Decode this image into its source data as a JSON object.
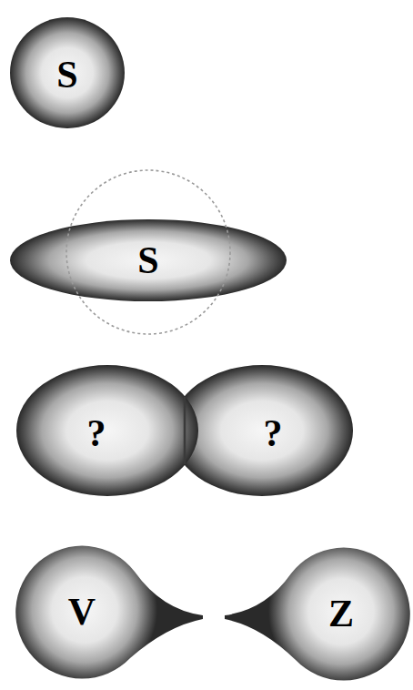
{
  "diagram": {
    "nodes": [
      {
        "text": [
          "S"
        ]
      },
      {
        "text": [
          "S"
        ]
      },
      {
        "text": [
          "?",
          "?"
        ]
      },
      {
        "text": [
          "V"
        ]
      },
      {
        "text": [
          "Z"
        ]
      }
    ]
  }
}
